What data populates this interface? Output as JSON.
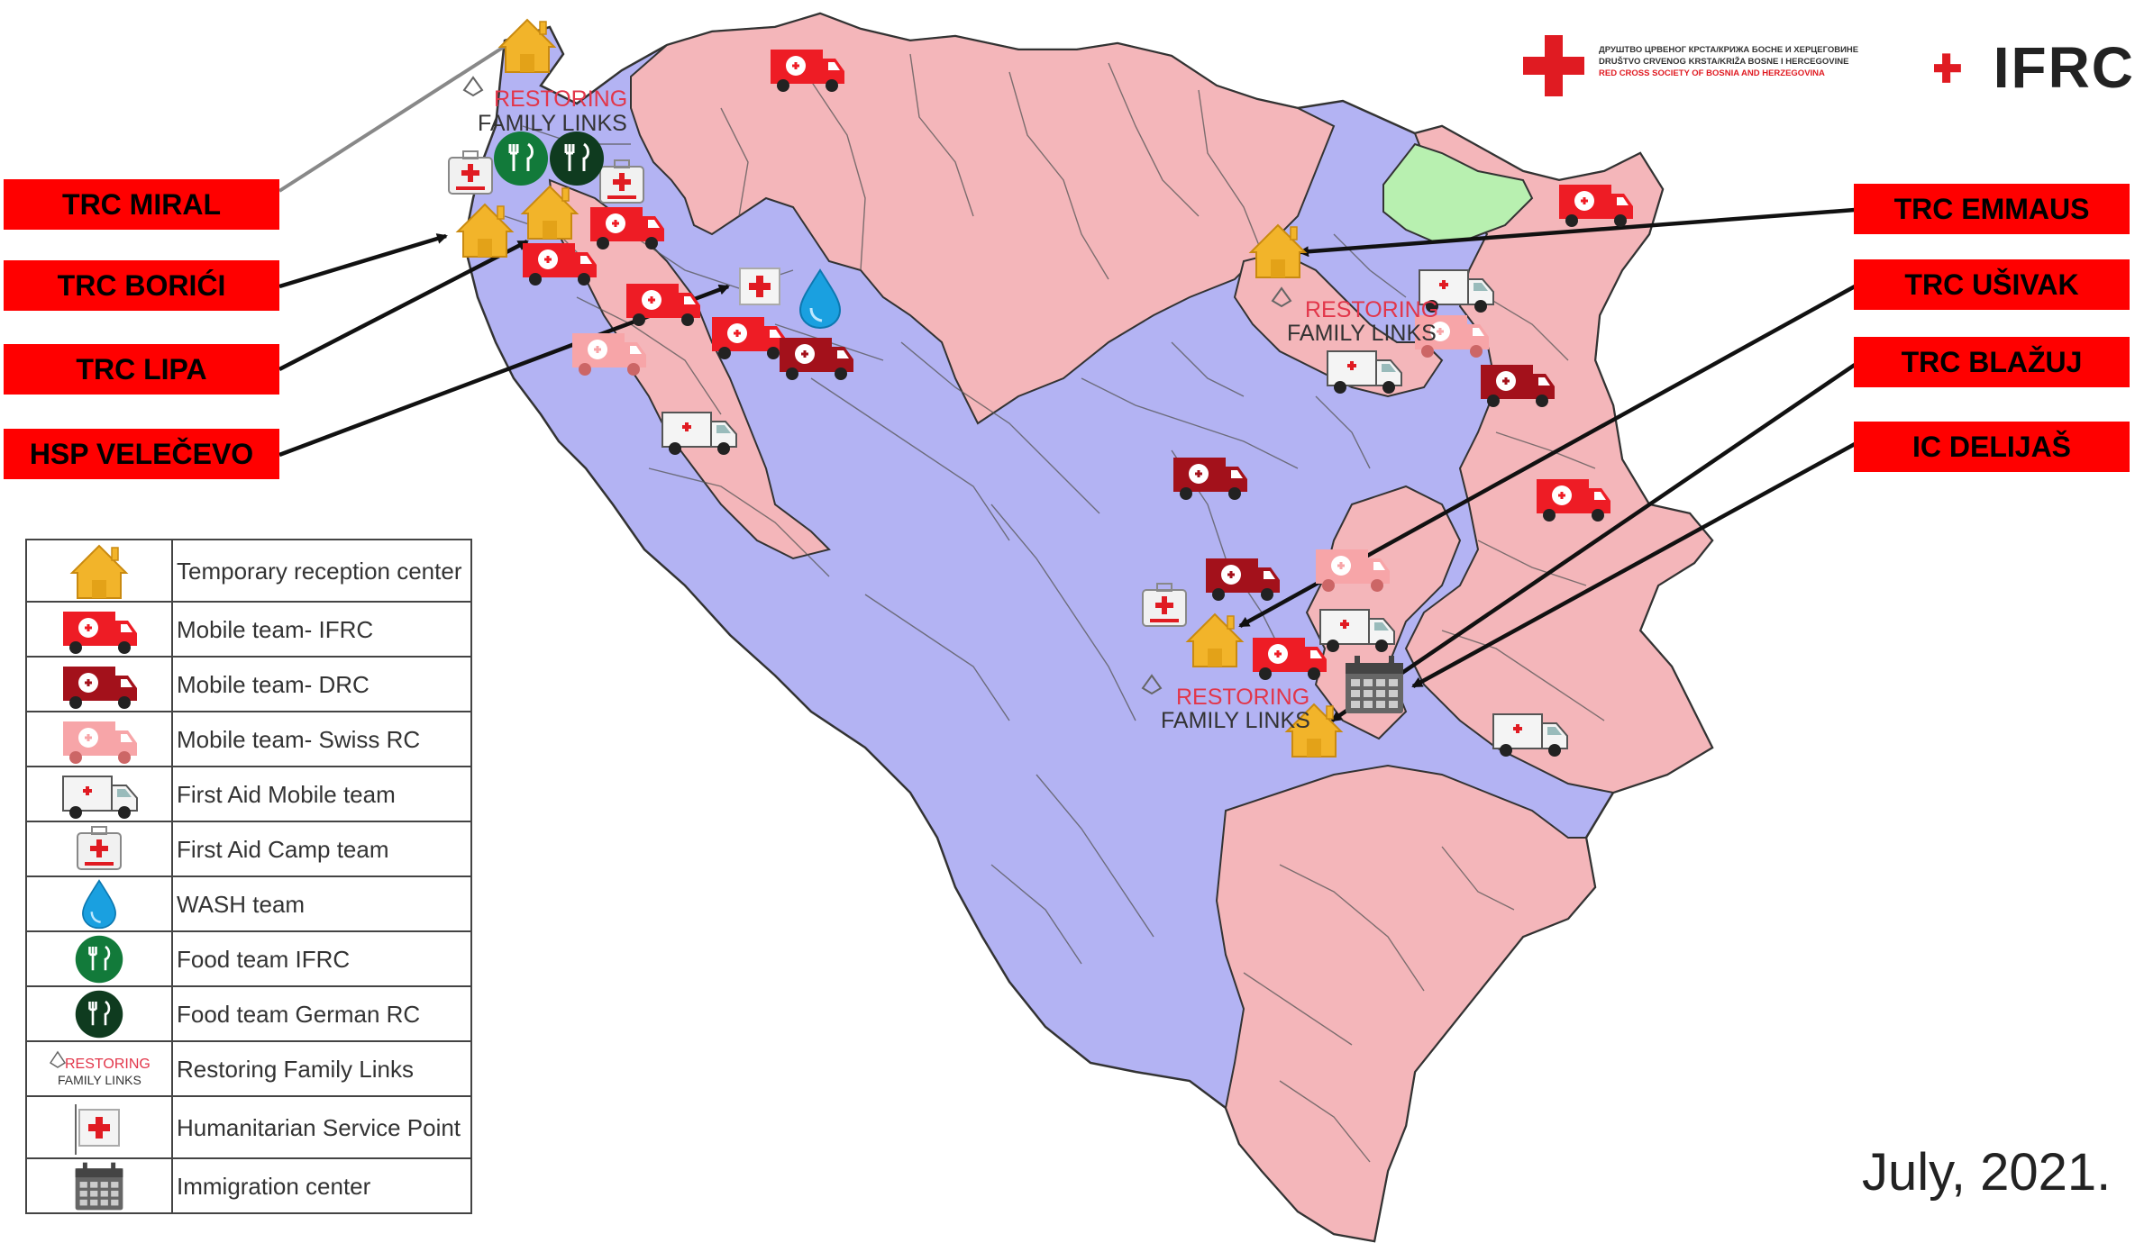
{
  "labels": {
    "trc_miral": "TRC MIRAL",
    "trc_borici": "TRC BORIĆI",
    "trc_lipa": "TRC LIPA",
    "hsp_velecevo": "HSP VELEČEVO",
    "trc_emmaus": "TRC EMMAUS",
    "trc_usivak": "TRC UŠIVAK",
    "trc_blazuj": "TRC BLAŽUJ",
    "ic_delijas": "IC DELIJAŠ"
  },
  "map_text": {
    "rfl_1": "RESTORING",
    "rfl_2": "FAMILY LINKS"
  },
  "legend": {
    "items": [
      {
        "icon": "house-icon",
        "label": "Temporary reception center"
      },
      {
        "icon": "ambulance-ifrc-icon",
        "label": "Mobile team- IFRC"
      },
      {
        "icon": "ambulance-drc-icon",
        "label": "Mobile team- DRC"
      },
      {
        "icon": "ambulance-swiss-icon",
        "label": "Mobile team- Swiss RC"
      },
      {
        "icon": "first-aid-van-icon",
        "label": "First Aid Mobile team"
      },
      {
        "icon": "first-aid-kit-icon",
        "label": "First Aid Camp team"
      },
      {
        "icon": "water-drop-icon",
        "label": "WASH team"
      },
      {
        "icon": "food-ifrc-icon",
        "label": "Food team IFRC"
      },
      {
        "icon": "food-german-icon",
        "label": "Food team German RC"
      },
      {
        "icon": "rfl-logo-icon",
        "label": "Restoring Family Links"
      },
      {
        "icon": "hsp-flag-icon",
        "label": "Humanitarian Service Point"
      },
      {
        "icon": "calendar-icon",
        "label": "Immigration center"
      }
    ],
    "rfl_small_1": "RESTORING",
    "rfl_small_2": "FAMILY LINKS"
  },
  "logos": {
    "rc_line1": "ДРУШТВО ЦРВЕНОГ КРСТА/КРИЖА БОСНЕ И ХЕРЦЕГОВИНЕ",
    "rc_line2": "DRUŠTVO CRVENOG KRSTA/KRIŽA BOSNE I HERCEGOVINE",
    "rc_line3": "RED CROSS SOCIETY OF BOSNIA AND HERZEGOVINA",
    "ifrc": "IFRC"
  },
  "date": "July, 2021.",
  "colors": {
    "fbih": "#b3b3f3",
    "rs": "#f4b6ba",
    "brcko": "#b8f0b0",
    "label_red": "#ff0000",
    "house": "#f2b42a",
    "ifrc_van": "#ee1c25",
    "drc_van": "#a3111b",
    "swiss_van": "#f7a5a8",
    "food_ifrc": "#127a3a",
    "food_german": "#0f3b1f"
  }
}
